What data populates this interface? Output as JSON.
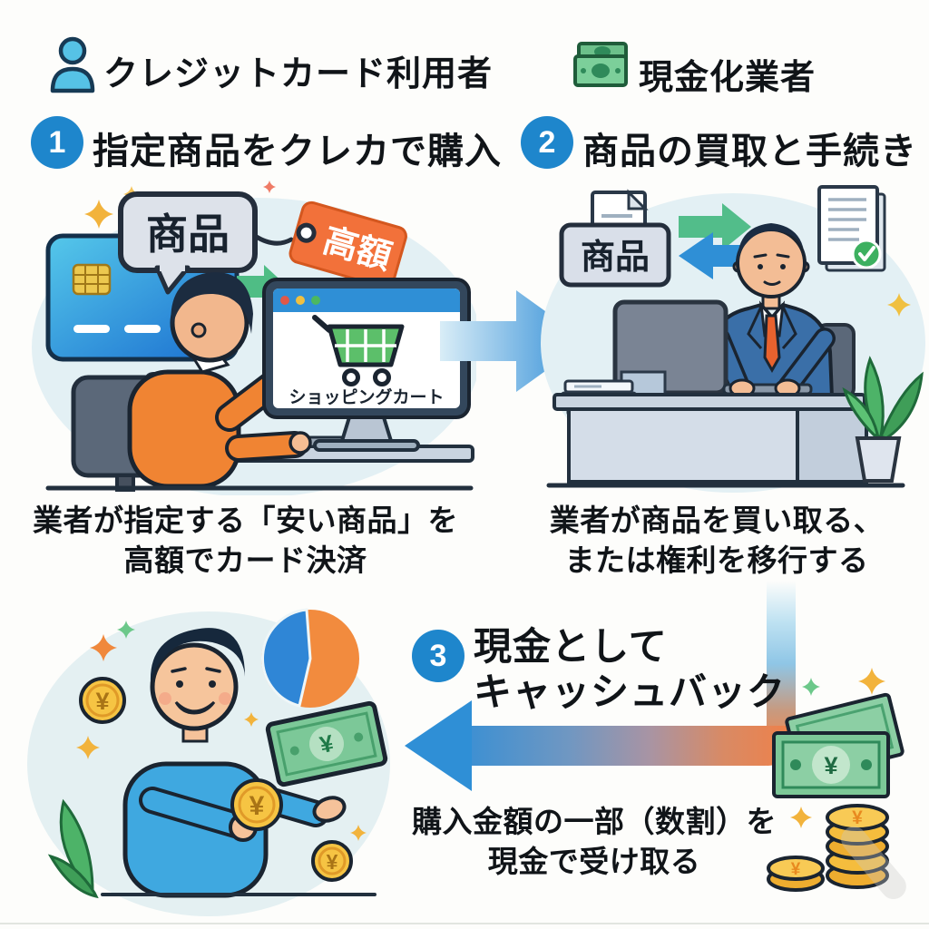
{
  "legend": {
    "user_label": "クレジットカード利用者",
    "vendor_label": "現金化業者"
  },
  "step1": {
    "number": "1",
    "title": "指定商品をクレカで購入",
    "bubble_label": "商品",
    "tag_label": "高額",
    "screen_label": "ショッピングカート",
    "caption_line1": "業者が指定する「安い商品」を",
    "caption_line2": "高額でカード決済"
  },
  "step2": {
    "number": "2",
    "title": "商品の買取と手続き",
    "box_label": "商品",
    "caption_line1": "業者が商品を買い取る、",
    "caption_line2": "または権利を移行する"
  },
  "step3": {
    "number": "3",
    "title_line1": "現金として",
    "title_line2": "キャッシュバック",
    "caption_line1": "購入金額の一部（数割）を",
    "caption_line2": "現金で受け取る"
  },
  "symbols": {
    "yen": "¥"
  },
  "colors": {
    "step_circle": "#1e86cc",
    "flow_arrow_blue": "#2f8fd6",
    "flow_arrow_orange": "#f08048",
    "tag_orange": "#f2713a",
    "money_green": "#7cc898",
    "coin_gold": "#f5c242",
    "panel_bg": "#e3f0f4"
  }
}
